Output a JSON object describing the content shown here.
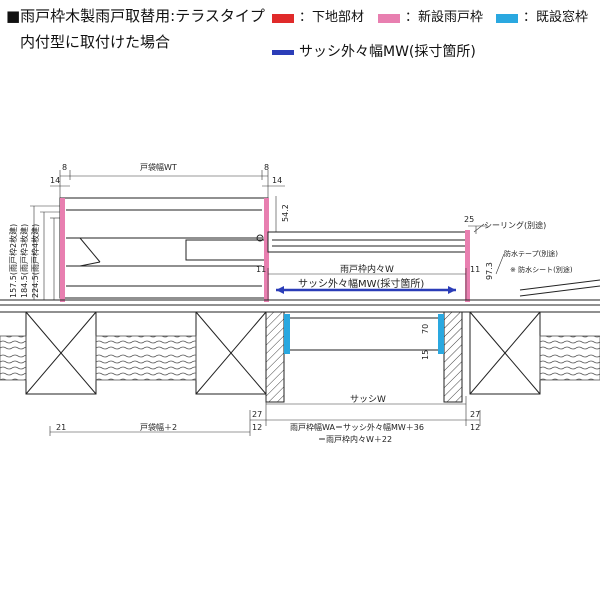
{
  "header": {
    "title_line1": "■雨戸枠木製雨戸取替用:テラスタイプ",
    "title_line2": "内付型に取付けた場合"
  },
  "legend": {
    "base": {
      "label": "：下地部材",
      "color": "#e02a2a"
    },
    "new_frame": {
      "label": "：新設雨戸枠",
      "color": "#e87fb0"
    },
    "existing_frame": {
      "label": "：既設窓枠",
      "color": "#2aa8e0"
    },
    "sash_width": {
      "label": "サッシ外々幅MW(採寸箇所)",
      "color": "#2b3db8"
    }
  },
  "dims": {
    "d8_left": "8",
    "d8_right": "8",
    "d14_left": "14",
    "d14_right": "14",
    "tobukuro_wt": "戸袋幅WT",
    "d54": "54.2",
    "d25": "25",
    "d11_left": "11",
    "d11_right": "11",
    "d97": "97.3",
    "d70": "70",
    "d15": "15",
    "amado_inner": "雨戸枠内々W",
    "sash_mw": "サッシ外々幅MW(採寸箇所)",
    "sash_w": "サッシW",
    "d27_left": "27",
    "d27_right": "27",
    "d12_left": "12",
    "d12_right": "12",
    "d21": "21",
    "tobukuro_plus2": "戸袋幅＋2",
    "wa_formula": "雨戸枠幅WA＝サッシ外々幅MW＋36",
    "wa_formula2": "＝雨戸枠内々W＋22"
  },
  "vertical_labels": {
    "v1": "157.5(雨戸枠2枚建)",
    "v2": "184.5(雨戸枠3枚建)",
    "v3": "224.5(雨戸枠4枚建)"
  },
  "notes": {
    "sealing": "シーリング(別途)",
    "tape": "防水テープ(別途)",
    "sheet": "※ 防水シート(別途)"
  }
}
